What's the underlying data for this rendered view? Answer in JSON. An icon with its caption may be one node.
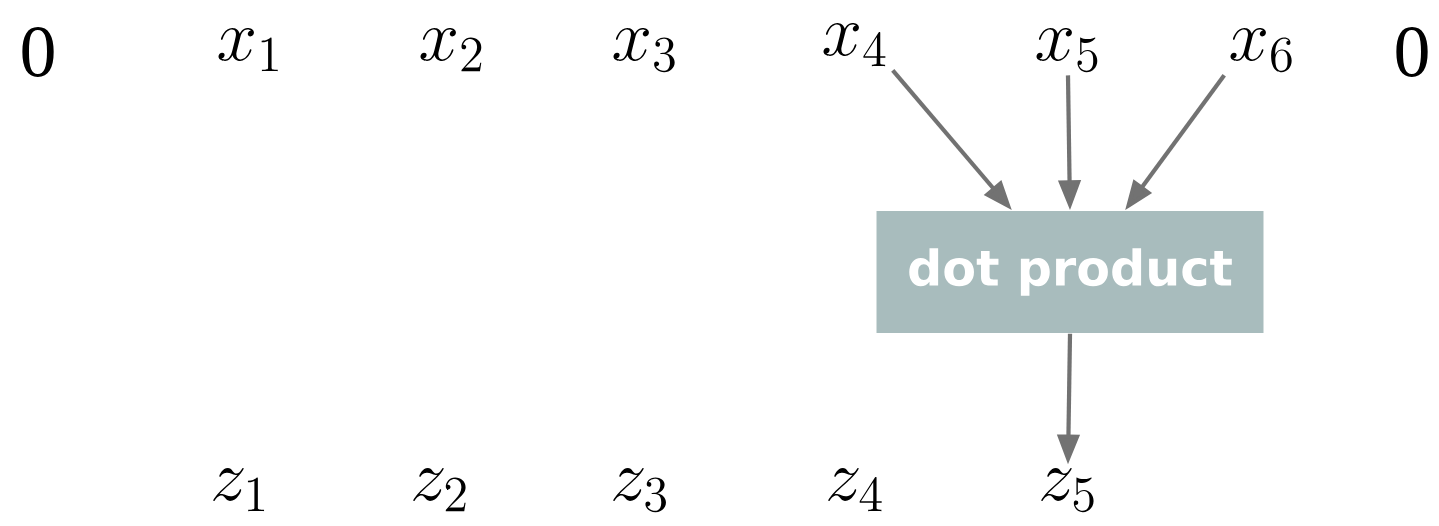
{
  "diagram": {
    "nodes": [
      {
        "text": [
          "0"
        ]
      },
      {
        "text": [
          "x_1"
        ]
      },
      {
        "text": [
          "x_2"
        ]
      },
      {
        "text": [
          "x_3"
        ]
      },
      {
        "text": [
          "x_4"
        ]
      },
      {
        "text": [
          "x_5"
        ]
      },
      {
        "text": [
          "x_6"
        ]
      },
      {
        "text": [
          "0"
        ]
      },
      {
        "text": [
          "dot product"
        ]
      },
      {
        "text": [
          "z_1"
        ]
      },
      {
        "text": [
          "z_2"
        ]
      },
      {
        "text": [
          "z_3"
        ]
      },
      {
        "text": [
          "z_4"
        ]
      },
      {
        "text": [
          "z_5"
        ]
      }
    ],
    "edges": [
      {
        "from": 4,
        "to": 8,
        "arrow": "to",
        "color": "#727272"
      },
      {
        "from": 5,
        "to": 8,
        "arrow": "to",
        "color": "#727272"
      },
      {
        "from": 6,
        "to": 8,
        "arrow": "to",
        "color": "#727272"
      },
      {
        "from": 8,
        "to": 13,
        "arrow": "to",
        "color": "#727272"
      }
    ]
  }
}
